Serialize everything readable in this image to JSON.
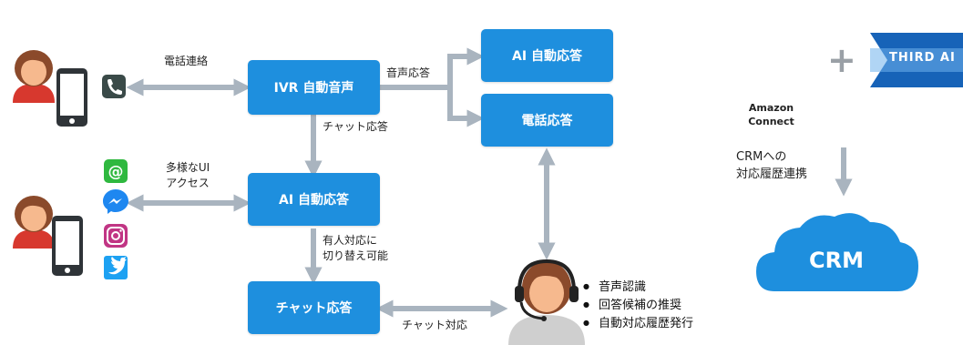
{
  "colors": {
    "box_blue": "#1e8fde",
    "arrow_gray": "#a9b4bf",
    "dark_tile": "#232f3e",
    "cloud_blue": "#1e8fde",
    "third_ai_blue": "#1763b8"
  },
  "nodes": {
    "ivr": "IVR 自動音声",
    "ai_top": "AI 自動応答",
    "phone_response": "電話応答",
    "ai_mid": "AI 自動応答",
    "chat_response": "チャット応答"
  },
  "edges": {
    "phone_contact": "電話連絡",
    "voice_response": "音声応答",
    "chat_response": "チャット応答",
    "diverse_ui_line1": "多様なUI",
    "diverse_ui_line2": "アクセス",
    "handover_line1": "有人対応に",
    "handover_line2": "切り替え可能",
    "chat_support": "チャット対応"
  },
  "operator_features": [
    "音声認識",
    "回答候補の推奨",
    "自動対応履歴発行"
  ],
  "integration": {
    "amazon_connect_line1": "Amazon",
    "amazon_connect_line2": "Connect",
    "third_ai": "THIRD AI",
    "plus": "+",
    "crm_note_line1": "CRMへの",
    "crm_note_line2": "対応履歴連携",
    "crm": "CRM"
  },
  "icons": {
    "phone_app": "phone-app-icon",
    "mail": "at-mail-icon",
    "messenger": "messenger-icon",
    "instagram": "instagram-icon",
    "twitter": "twitter-icon",
    "user_top": "user-avatar-icon",
    "user_bottom": "user-avatar-icon",
    "smartphone": "smartphone-icon",
    "operator": "operator-headset-icon",
    "amazon_connect": "amazon-connect-icon",
    "crm_cloud": "cloud-icon"
  }
}
